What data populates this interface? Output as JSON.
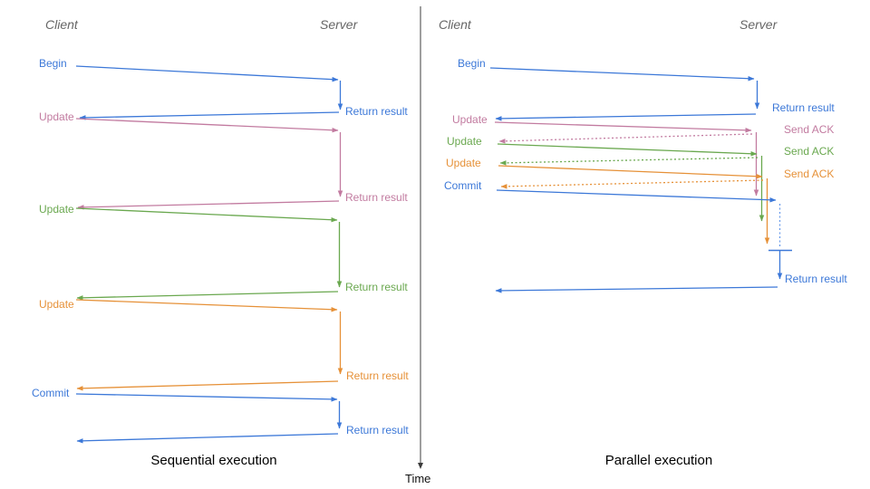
{
  "colors": {
    "blue": "#3c78d8",
    "light_blue": "#6d9eeb",
    "magenta": "#c27ba0",
    "green": "#6aa84f",
    "orange": "#e69138",
    "header_gray": "#666666",
    "axis": "#3c3c3c"
  },
  "time_axis": {
    "label": "Time"
  },
  "left": {
    "caption": "Sequential execution",
    "client": "Client",
    "server": "Server",
    "messages": [
      {
        "label": "Begin",
        "response": "Return result",
        "color": "blue"
      },
      {
        "label": "Update",
        "response": "Return result",
        "color": "magenta"
      },
      {
        "label": "Update",
        "response": "Return result",
        "color": "green"
      },
      {
        "label": "Update",
        "response": "Return result",
        "color": "orange"
      },
      {
        "label": "Commit",
        "response": "Return result",
        "color": "blue"
      }
    ]
  },
  "right": {
    "caption": "Parallel execution",
    "client": "Client",
    "server": "Server",
    "messages": [
      {
        "label": "Begin",
        "response": "Return result",
        "color": "blue"
      },
      {
        "label": "Update",
        "response": "Send ACK",
        "color": "magenta"
      },
      {
        "label": "Update",
        "response": "Send ACK",
        "color": "green"
      },
      {
        "label": "Update",
        "response": "Send ACK",
        "color": "orange"
      },
      {
        "label": "Commit",
        "response": "Return result",
        "color": "blue"
      }
    ]
  }
}
